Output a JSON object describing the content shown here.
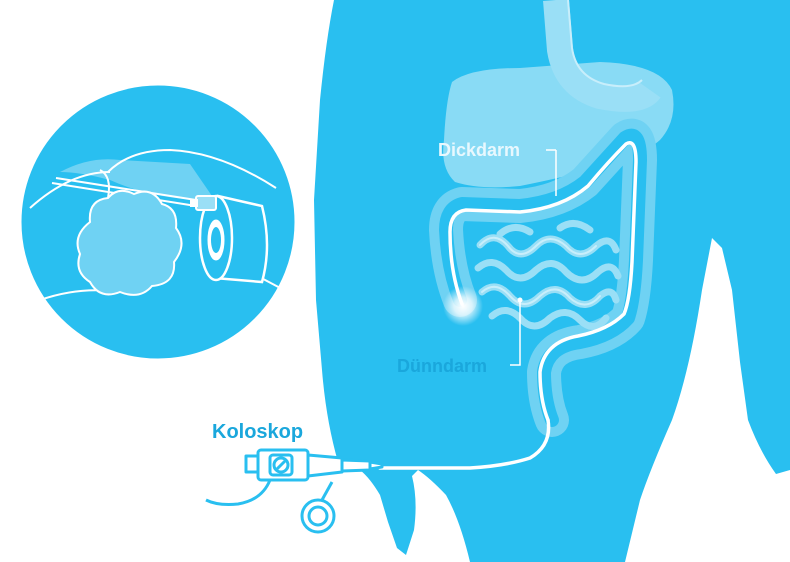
{
  "labels": {
    "large_intestine": "Dickdarm",
    "small_intestine": "Dünndarm",
    "colonoscope": "Koloskop"
  },
  "colors": {
    "body": "#29bff0",
    "organ_light": "#9adff6",
    "organ_mid": "#6fd2f3",
    "line": "#ffffff",
    "label_light": "#e8f8fe",
    "label_dark": "#1aa7dc",
    "magnifier": "#29bff0"
  }
}
